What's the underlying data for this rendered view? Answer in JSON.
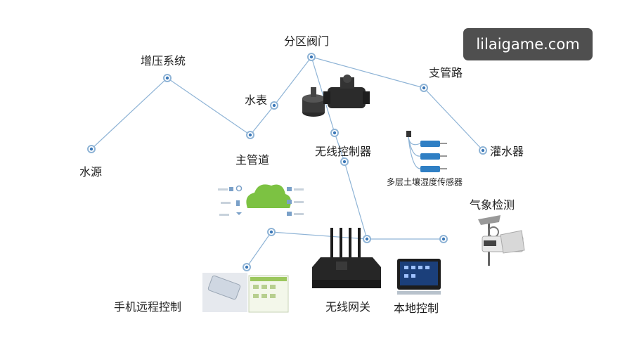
{
  "watermark": "lilaigame.com",
  "nodes": {
    "zengya": "增压系统",
    "shuiyuan": "水源",
    "fenqu": "分区阀门",
    "shuibiao": "水表",
    "zhuguandao": "主管道",
    "zhiguanlu": "支管路",
    "guanshuiqi": "灌水器",
    "wuxian_kongzhiqi": "无线控制器",
    "chuanganqi": "多层土壤湿度传感器",
    "qixiang": "气象检测",
    "shouji": "手机远程控制",
    "wangguan": "无线网关",
    "bendi": "本地控制"
  },
  "colors": {
    "line": "#8fb4d6",
    "node": "#3b78b8",
    "cloud": "#7cc242"
  }
}
